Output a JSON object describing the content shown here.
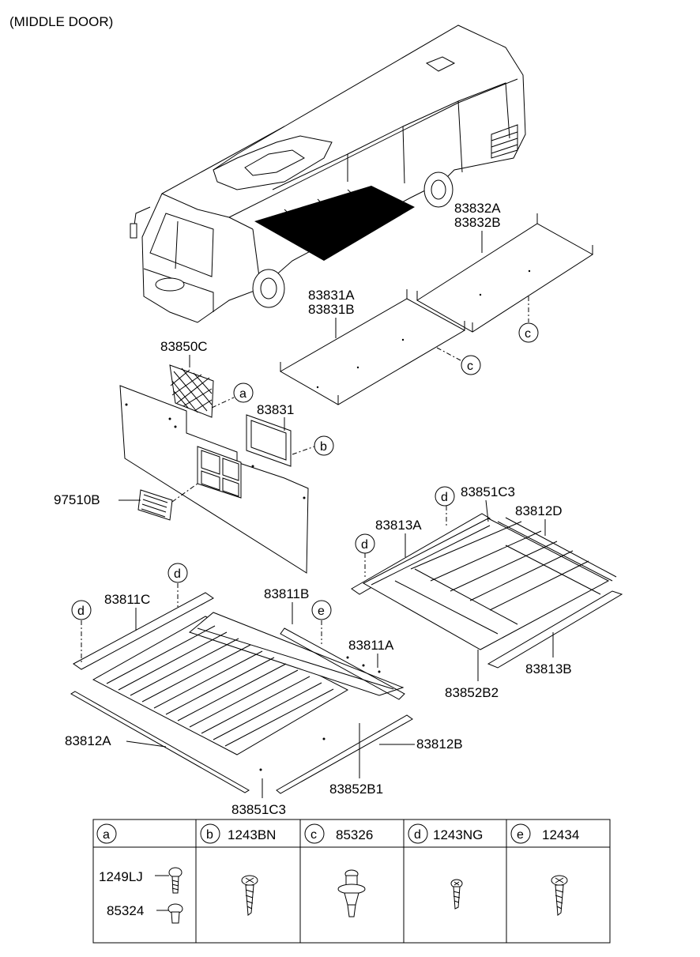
{
  "header": {
    "title": "(MIDDLE DOOR)"
  },
  "labels": {
    "p83832a": "83832A",
    "p83832b": "83832B",
    "p83831a": "83831A",
    "p83831b": "83831B",
    "p83850c": "83850C",
    "p83831": "83831",
    "p97510b": "97510B",
    "p83851c3_top": "83851C3",
    "p83812d": "83812D",
    "p83813a": "83813A",
    "p83811c": "83811C",
    "p83811b": "83811B",
    "p83811a": "83811A",
    "p83813b": "83813B",
    "p83852b2": "83852B2",
    "p83812a": "83812A",
    "p83812b": "83812B",
    "p83852b1": "83852B1",
    "p83851c3_bottom": "83851C3"
  },
  "callouts": {
    "a": "a",
    "b": "b",
    "c": "c",
    "d": "d",
    "e": "e"
  },
  "table": {
    "headers": [
      {
        "letter": "a",
        "part": ""
      },
      {
        "letter": "b",
        "part": "1243BN"
      },
      {
        "letter": "c",
        "part": "85326"
      },
      {
        "letter": "d",
        "part": "1243NG"
      },
      {
        "letter": "e",
        "part": "12434"
      }
    ],
    "a_parts": [
      "1249LJ",
      "85324"
    ]
  }
}
